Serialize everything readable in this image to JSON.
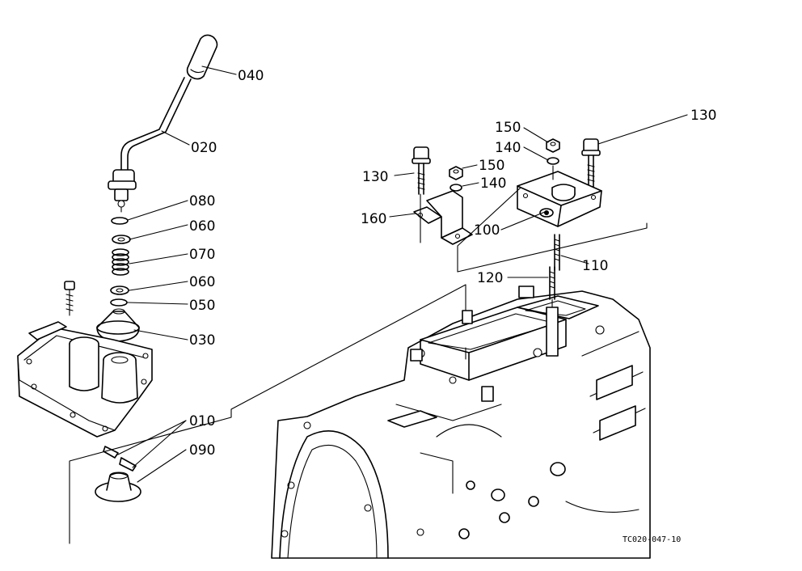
{
  "labels": {
    "p040": "040",
    "p020": "020",
    "p080": "080",
    "p060a": "060",
    "p070": "070",
    "p060b": "060",
    "p050": "050",
    "p030": "030",
    "p010": "010",
    "p090": "090",
    "p150a": "150",
    "p140a": "140",
    "p130a": "130",
    "p150b": "150",
    "p140b": "140",
    "p160": "160",
    "p100": "100",
    "p110": "110",
    "p120": "120",
    "p130b": "130"
  },
  "figure_code": "TC020-047-10"
}
